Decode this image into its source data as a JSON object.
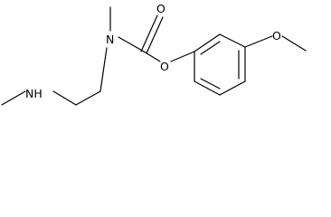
{
  "molecule": {
    "atoms": {
      "nh": "NH",
      "n": "N",
      "o_carbonyl": "O",
      "o_ester": "O",
      "o_methoxy": "O"
    },
    "colors": {
      "bond": "#000000",
      "label": "#000000",
      "background": "#ffffff"
    }
  }
}
